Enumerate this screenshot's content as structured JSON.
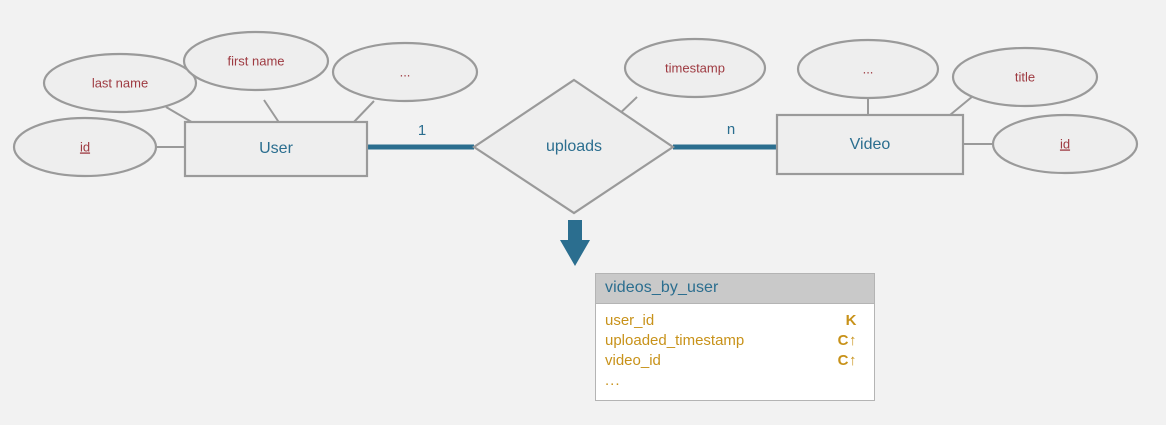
{
  "diagram": {
    "type": "entity-relationship-to-cassandra-table",
    "background_color": "#f2f2f2",
    "attribute_color": "#9e3a41",
    "entity_color": "#2b6e8f",
    "link_color": "#9a9a9a",
    "relationship_link_color": "#2b6e8f",
    "table_text_color": "#c8921a"
  },
  "entities": [
    {
      "name": "User",
      "label": "User",
      "attributes": [
        {
          "label": "last name",
          "key": false
        },
        {
          "label": "first name",
          "key": false
        },
        {
          "label": "...",
          "key": false
        },
        {
          "label": "id",
          "key": true
        }
      ]
    },
    {
      "name": "Video",
      "label": "Video",
      "attributes": [
        {
          "label": "...",
          "key": false
        },
        {
          "label": "title",
          "key": false
        },
        {
          "label": "id",
          "key": true
        }
      ]
    }
  ],
  "relationship": {
    "label": "uploads",
    "attributes": [
      {
        "label": "timestamp",
        "key": false
      }
    ],
    "left_cardinality": "1",
    "right_cardinality": "n"
  },
  "table": {
    "title": "videos_by_user",
    "columns": [
      {
        "name": "user_id",
        "marker": "K"
      },
      {
        "name": "uploaded_timestamp",
        "marker": "C↑"
      },
      {
        "name": "video_id",
        "marker": "C↑"
      }
    ],
    "more_indicator": "..."
  }
}
